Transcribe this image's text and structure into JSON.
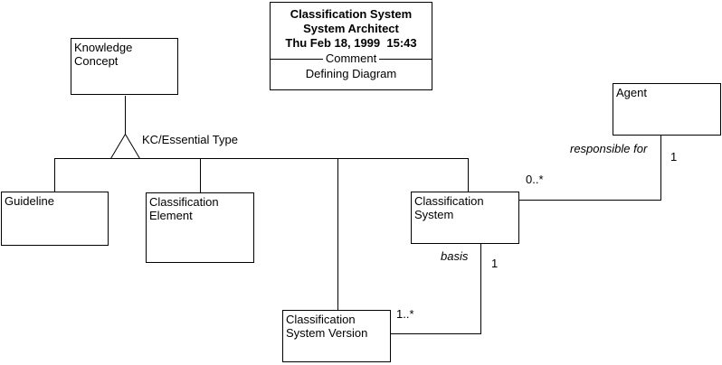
{
  "diagram": {
    "title_box": {
      "title": "Classification System",
      "tool": "System Architect",
      "timestamp": "Thu Feb 18, 1999  15:43",
      "divider_label": "Comment",
      "description": "Defining Diagram"
    },
    "classes": {
      "knowledge_concept": "Knowledge Concept",
      "guideline": "Guideline",
      "classification_element": "Classification Element",
      "classification_system": "Classification System",
      "classification_system_version": "Classification System Version",
      "agent": "Agent"
    },
    "relationships": {
      "generalization_label": "KC/Essential Type",
      "responsible_for": {
        "label": "responsible for",
        "agent_multiplicity": "1",
        "classification_system_multiplicity": "0..*"
      },
      "basis": {
        "label": "basis",
        "classification_system_multiplicity": "1",
        "classification_system_version_multiplicity": "1..*"
      }
    }
  }
}
